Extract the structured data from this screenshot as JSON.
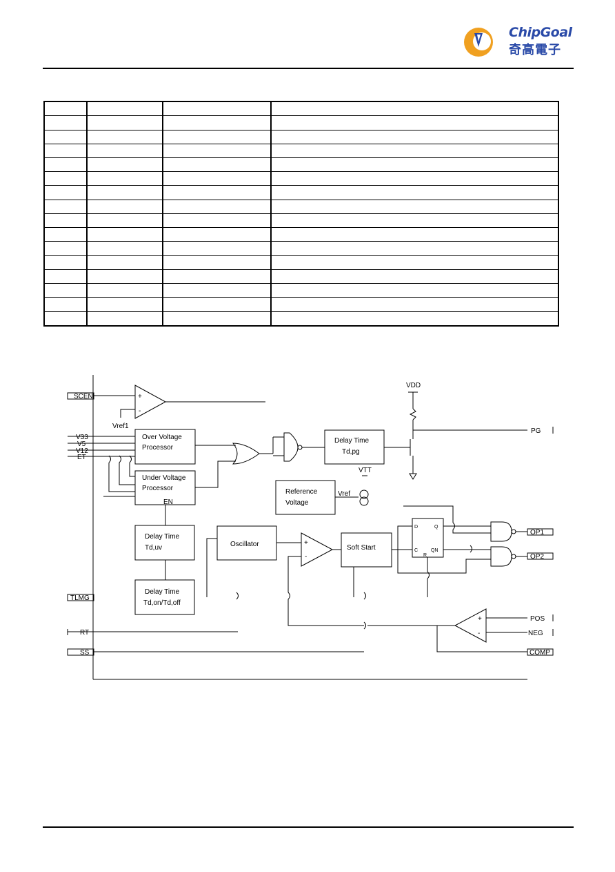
{
  "header": {
    "logo_en": "ChipGoal",
    "logo_cn": "奇高電子",
    "colors": {
      "logo_blue": "#2a4aa8",
      "logo_orange": "#f0a020"
    }
  },
  "pin_table": {
    "rows": 16,
    "columns": 4
  },
  "diagram": {
    "pins": {
      "scen": "SCEN",
      "v33": "V33",
      "v5": "V5",
      "v12": "V12",
      "et": "ET",
      "tlmg": "TLMG",
      "rt": "RT",
      "ss": "SS",
      "pg": "PG",
      "op1": "OP1",
      "op2": "OP2",
      "pos": "POS",
      "neg": "NEG",
      "comp": "COMP"
    },
    "labels": {
      "vref1": "Vref1",
      "vdd": "VDD",
      "vref": "Vref",
      "en": "EN",
      "vtt": "VTT",
      "plus": "+",
      "minus": "-"
    },
    "blocks": {
      "ovp1": "Over Voltage",
      "ovp2": "Processor",
      "uvp1": "Under Voltage",
      "uvp2": "Processor",
      "dly_pg1": "Delay Time",
      "dly_pg2": "Td,pg",
      "ref1": "Reference",
      "ref2": "Voltage",
      "dly_uv1": "Delay Time",
      "dly_uv2": "Td,uv",
      "dly_on1": "Delay Time",
      "dly_on2": "Td,on/Td,off",
      "osc": "Oscillator",
      "ss": "Soft Start",
      "ff_d": "D",
      "ff_q": "Q",
      "ff_c": "C",
      "ff_qn": "QN",
      "ff_r": "R"
    }
  }
}
